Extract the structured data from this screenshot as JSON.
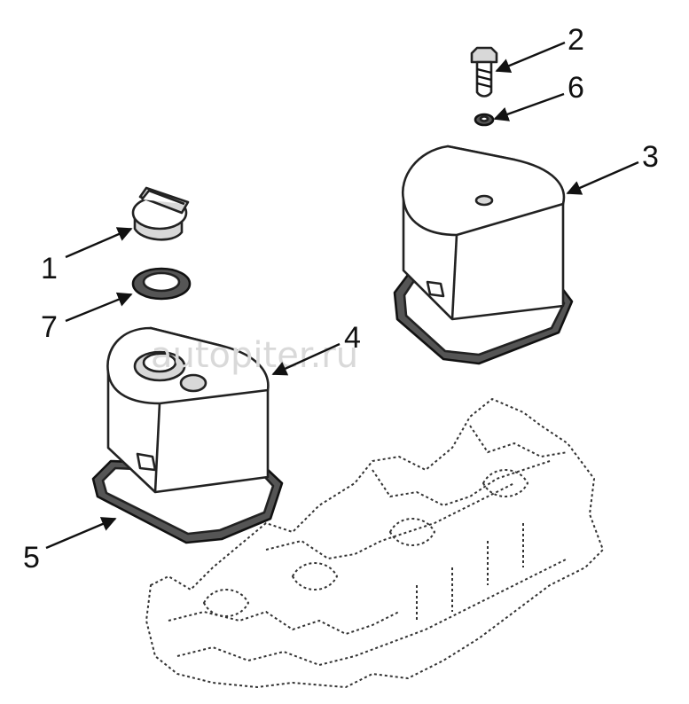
{
  "watermark": "autopiter.ru",
  "callouts": [
    {
      "id": "1",
      "label": "1"
    },
    {
      "id": "2",
      "label": "2"
    },
    {
      "id": "3",
      "label": "3"
    },
    {
      "id": "4",
      "label": "4"
    },
    {
      "id": "5",
      "label": "5"
    },
    {
      "id": "6",
      "label": "6"
    },
    {
      "id": "7",
      "label": "7"
    }
  ]
}
